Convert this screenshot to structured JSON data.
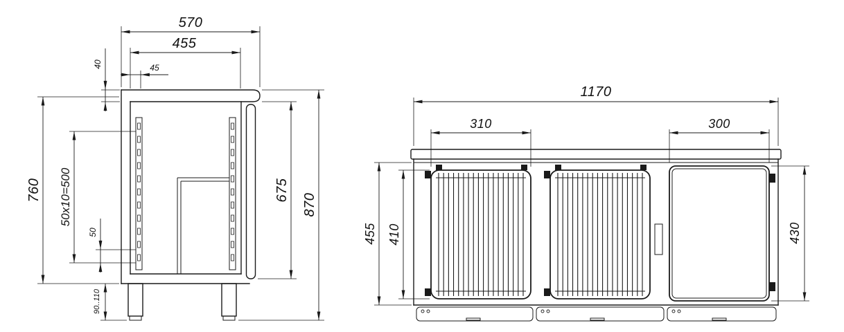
{
  "side": {
    "d570": "570",
    "d455": "455",
    "d40": "40",
    "d45": "45",
    "d760": "760",
    "d500": "50x10=500",
    "d50": "50",
    "dfeet": "90..110",
    "d675": "675",
    "d870": "870"
  },
  "front": {
    "d1170": "1170",
    "d310": "310",
    "d300": "300",
    "d455": "455",
    "d410": "410",
    "d430": "430"
  },
  "colors": {
    "line": "#1a1a1a",
    "background": "#ffffff"
  }
}
